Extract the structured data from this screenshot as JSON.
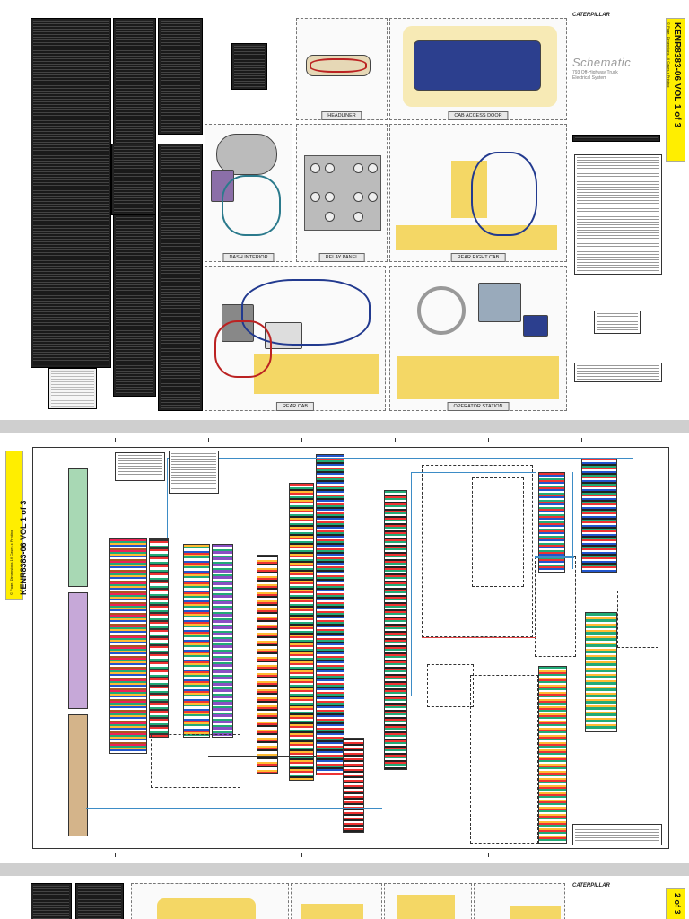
{
  "sheet1": {
    "brand": "CATERPILLAR",
    "title": "Schematic",
    "subtitle": "793 Off-Highway Truck\nElectrical System",
    "doc_label": "KENR8383-06 VOL 1 of 3",
    "doc_sublabel": "© Page, Dimensions 16 Cases x Printing",
    "views": [
      {
        "caption": "HEADLINER"
      },
      {
        "caption": "CAB ACCESS DOOR"
      },
      {
        "caption": "DASH INTERIOR"
      },
      {
        "caption": "RELAY PANEL"
      },
      {
        "caption": "REAR RIGHT CAB"
      },
      {
        "caption": "REAR CAB"
      },
      {
        "caption": "OPERATOR STATION"
      }
    ]
  },
  "sheet2": {
    "doc_label": "KENR8383-06 VOL 1 of 3",
    "doc_sublabel": "© Page, Dimensions 16 Cases x Printing"
  },
  "sheet3": {
    "brand": "CATERPILLAR",
    "doc_label": "2 of 3"
  },
  "colors": {
    "accent_yellow": "#ffee00",
    "wire_blue": "#3d8cc6",
    "harness_teal": "#2b7a8c",
    "cab_yellow": "#f2d04a"
  }
}
